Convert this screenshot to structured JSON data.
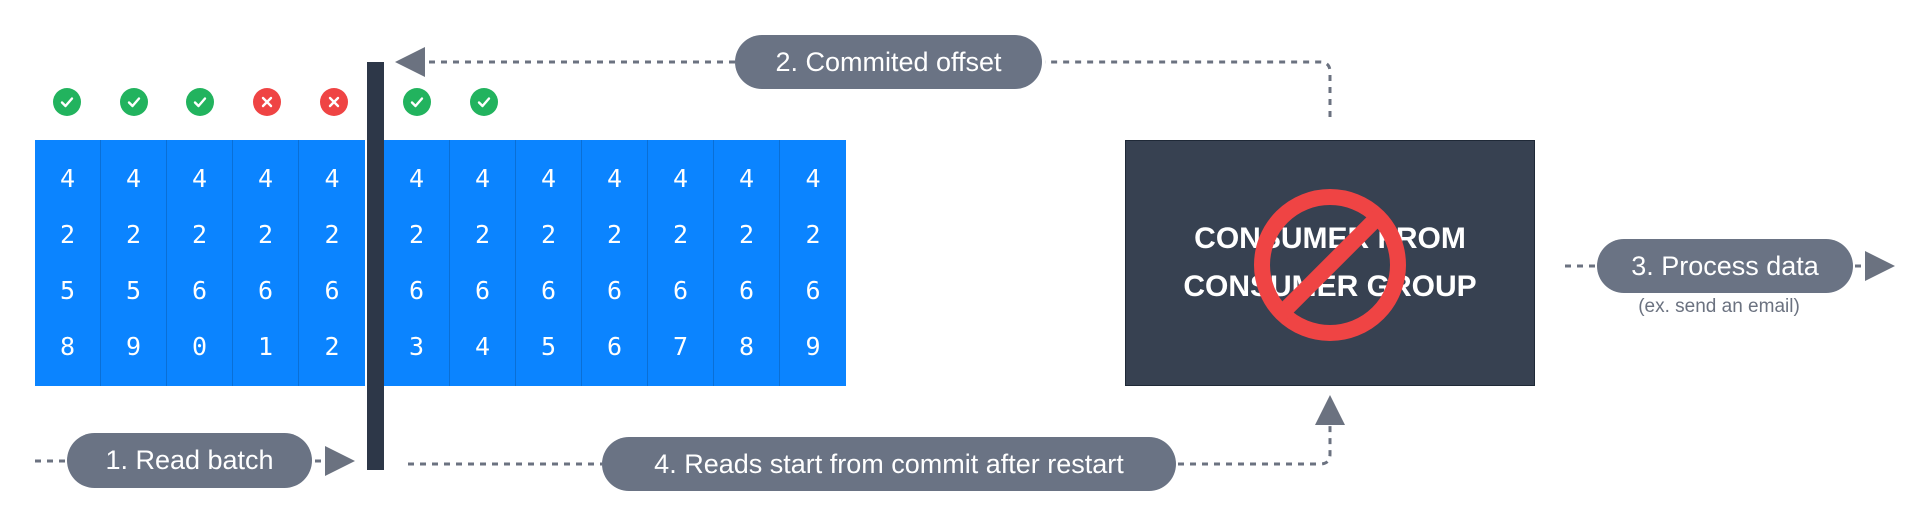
{
  "colors": {
    "table_blue": "#0b84ff",
    "pill_gray": "#6a7384",
    "box_dark": "#374151",
    "divider_dark": "#2d3748",
    "ok_green": "#22b35e",
    "fail_red": "#ef4444",
    "prohibit_red": "#ef4444",
    "arrow_gray": "#6b7280"
  },
  "statuses": [
    "ok",
    "ok",
    "ok",
    "fail",
    "fail",
    "ok",
    "ok"
  ],
  "icons": {
    "ok": "check-circle-icon",
    "fail": "x-circle-icon",
    "prohibit": "prohibit-sign-icon"
  },
  "offsets": [
    [
      "4",
      "2",
      "5",
      "8"
    ],
    [
      "4",
      "2",
      "5",
      "9"
    ],
    [
      "4",
      "2",
      "6",
      "0"
    ],
    [
      "4",
      "2",
      "6",
      "1"
    ],
    [
      "4",
      "2",
      "6",
      "2"
    ],
    [
      "4",
      "2",
      "6",
      "3"
    ],
    [
      "4",
      "2",
      "6",
      "4"
    ],
    [
      "4",
      "2",
      "6",
      "5"
    ],
    [
      "4",
      "2",
      "6",
      "6"
    ],
    [
      "4",
      "2",
      "6",
      "7"
    ],
    [
      "4",
      "2",
      "6",
      "8"
    ],
    [
      "4",
      "2",
      "6",
      "9"
    ]
  ],
  "labels": {
    "read_batch": "1. Read batch",
    "committed_offset": "2. Commited offset",
    "process_data": "3. Process data",
    "process_note": "(ex. send an email)",
    "reads_start": "4. Reads start from commit after restart",
    "consumer_line1": "CONSUMER FROM",
    "consumer_line2": "CONSUMER GROUP"
  }
}
